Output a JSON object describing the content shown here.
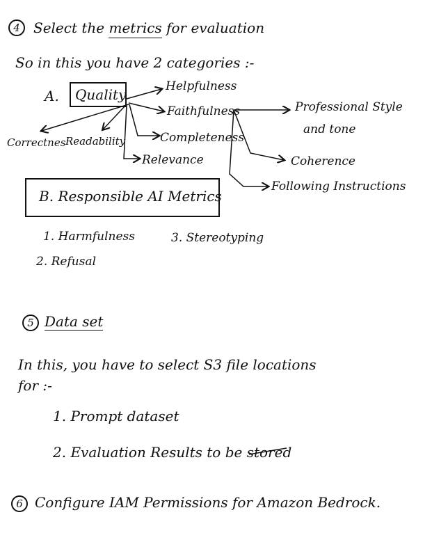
{
  "s4": {
    "number": "4",
    "title_pre": "Select the ",
    "title_metrics": "metrics",
    "title_post": " for evaluation",
    "intro": "So in this you have 2 categories :-",
    "cat_a": {
      "letter": "A.",
      "label": "Quality"
    },
    "quality_items": {
      "helpfulness": "Helpfulness",
      "faithfulness": "Faithfulness",
      "completeness": "Completeness",
      "relevance": "Relevance",
      "correctness": "Correctnes",
      "readability": "Readability",
      "professional_line1": "Professional Style",
      "professional_line2": "and tone",
      "coherence": "Coherence",
      "following": "Following Instructions"
    },
    "cat_b": "B. Responsible AI Metrics",
    "rai_items": [
      "1. Harmfulness",
      "2. Refusal",
      "3. Stereotyping"
    ]
  },
  "s5": {
    "number": "5",
    "title": "Data set",
    "line1": "In this, you have to select S3 file locations",
    "line2": "for :-",
    "items": [
      "1. Prompt dataset",
      "2. Evaluation Results to be stored"
    ]
  },
  "s6": {
    "number": "6",
    "text": "Configure IAM Permissions for Amazon Bedrock."
  }
}
